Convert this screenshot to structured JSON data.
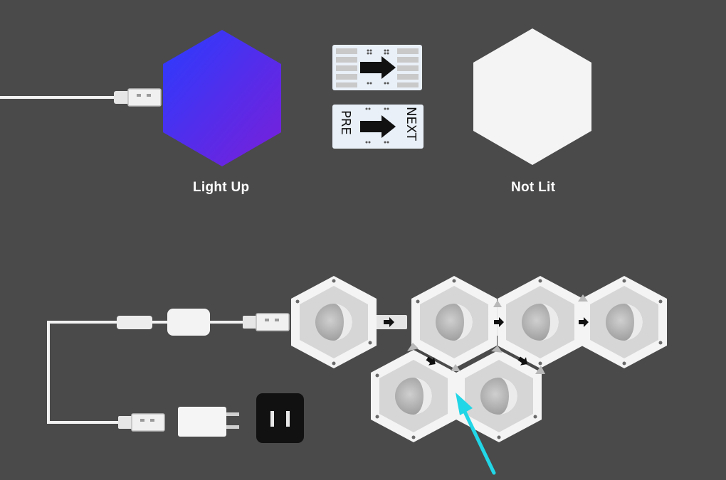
{
  "colors": {
    "background": "#4a4a4a",
    "lit_panel_top": "#2a3cff",
    "lit_panel_bottom": "#7a1fd8",
    "unlit_panel": "#f4f4f4",
    "cable": "#f2f2f2",
    "highlight_arrow": "#21d6e6"
  },
  "captions": {
    "lit": "Light Up",
    "unlit": "Not Lit"
  },
  "connector_board": {
    "left_text": "PRE",
    "right_text": "NEXT"
  },
  "icons": {
    "usb_plug": "usb-plug-icon",
    "power_adapter": "power-adapter-icon",
    "wall_socket": "wall-socket-icon",
    "direction_arrow": "arrow-right-icon",
    "pointer": "pointer-arrow-icon"
  }
}
